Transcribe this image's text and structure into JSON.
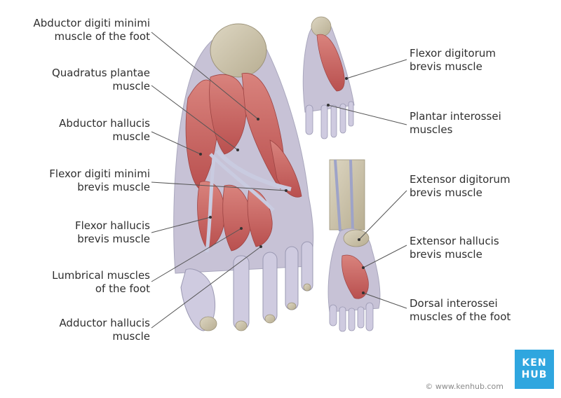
{
  "labels_left": [
    [
      "Abductor digiti minimi",
      "muscle of the foot"
    ],
    [
      "Quadratus plantae",
      "muscle"
    ],
    [
      "Abductor hallucis",
      "muscle"
    ],
    [
      "Flexor digiti minimi",
      "brevis muscle"
    ],
    [
      "Flexor hallucis",
      "brevis muscle"
    ],
    [
      "Lumbrical muscles",
      "of the foot"
    ],
    [
      "Adductor hallucis",
      "muscle"
    ]
  ],
  "labels_right": [
    [
      "Flexor digitorum",
      "brevis muscle"
    ],
    [
      "Plantar interossei",
      "muscles"
    ],
    [
      "Extensor digitorum",
      "brevis muscle"
    ],
    [
      "Extensor hallucis",
      "brevis muscle"
    ],
    [
      "Dorsal interossei",
      "muscles of the foot"
    ]
  ],
  "credit": "© www.kenhub.com",
  "logo": {
    "line1": "KEN",
    "line2": "HUB"
  },
  "colors": {
    "muscle": "#c9605e",
    "bone": "#cfc6ad",
    "tendon": "#b7b9d2",
    "leader": "#555555",
    "logo_bg": "#2fa6df"
  }
}
